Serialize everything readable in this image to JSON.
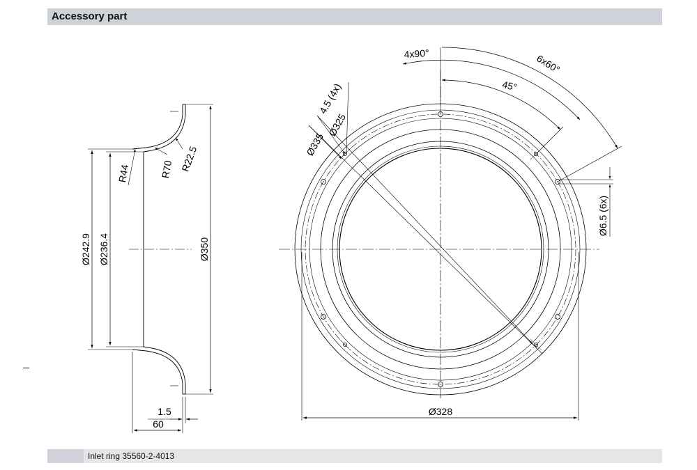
{
  "header": {
    "title": "Accessory part"
  },
  "footer": {
    "label": "Inlet ring 35560-2-4013"
  },
  "side_view": {
    "dims": {
      "d_242_9": "Ø242.9",
      "d_236_4": "Ø236.4",
      "d_350": "Ø350",
      "r44": "R44",
      "r70": "R70",
      "r22_5": "R22.5",
      "t_1_5": "1.5",
      "w_60": "60"
    }
  },
  "front_view": {
    "dims": {
      "angle_4x90": "4x90°",
      "angle_6x60": "6x60°",
      "angle_45": "45°",
      "hole_4_5": "4.5 (4x)",
      "d_325": "Ø325",
      "d_335": "Ø335",
      "hole_6_5": "Ø6.5 (6x)",
      "d_328": "Ø328"
    }
  }
}
